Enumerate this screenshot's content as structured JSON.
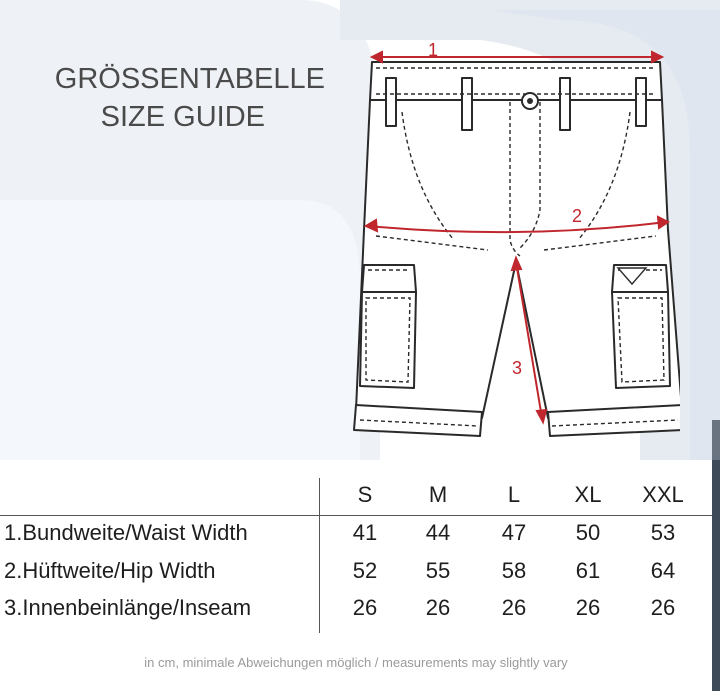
{
  "title": {
    "line1": "GRÖSSENTABELLE",
    "line2": "SIZE GUIDE"
  },
  "markers": [
    "1",
    "2",
    "3"
  ],
  "sizes": [
    "S",
    "M",
    "L",
    "XL",
    "XXL"
  ],
  "rows": [
    {
      "label": "1.Bundweite/Waist Width",
      "values": [
        "41",
        "44",
        "47",
        "50",
        "53"
      ]
    },
    {
      "label": "2.Hüftweite/Hip Width",
      "values": [
        "52",
        "55",
        "58",
        "61",
        "64"
      ]
    },
    {
      "label": "3.Innenbeinlänge/Inseam",
      "values": [
        "26",
        "26",
        "26",
        "26",
        "26"
      ]
    }
  ],
  "note": "in cm, minimale Abweichungen möglich / measurements may slightly vary",
  "colors": {
    "accent": "#c0262d",
    "background_shape": "#e9eef5",
    "text": "#1e1e1e"
  },
  "icons": [
    "cargo-shorts-illustration"
  ]
}
